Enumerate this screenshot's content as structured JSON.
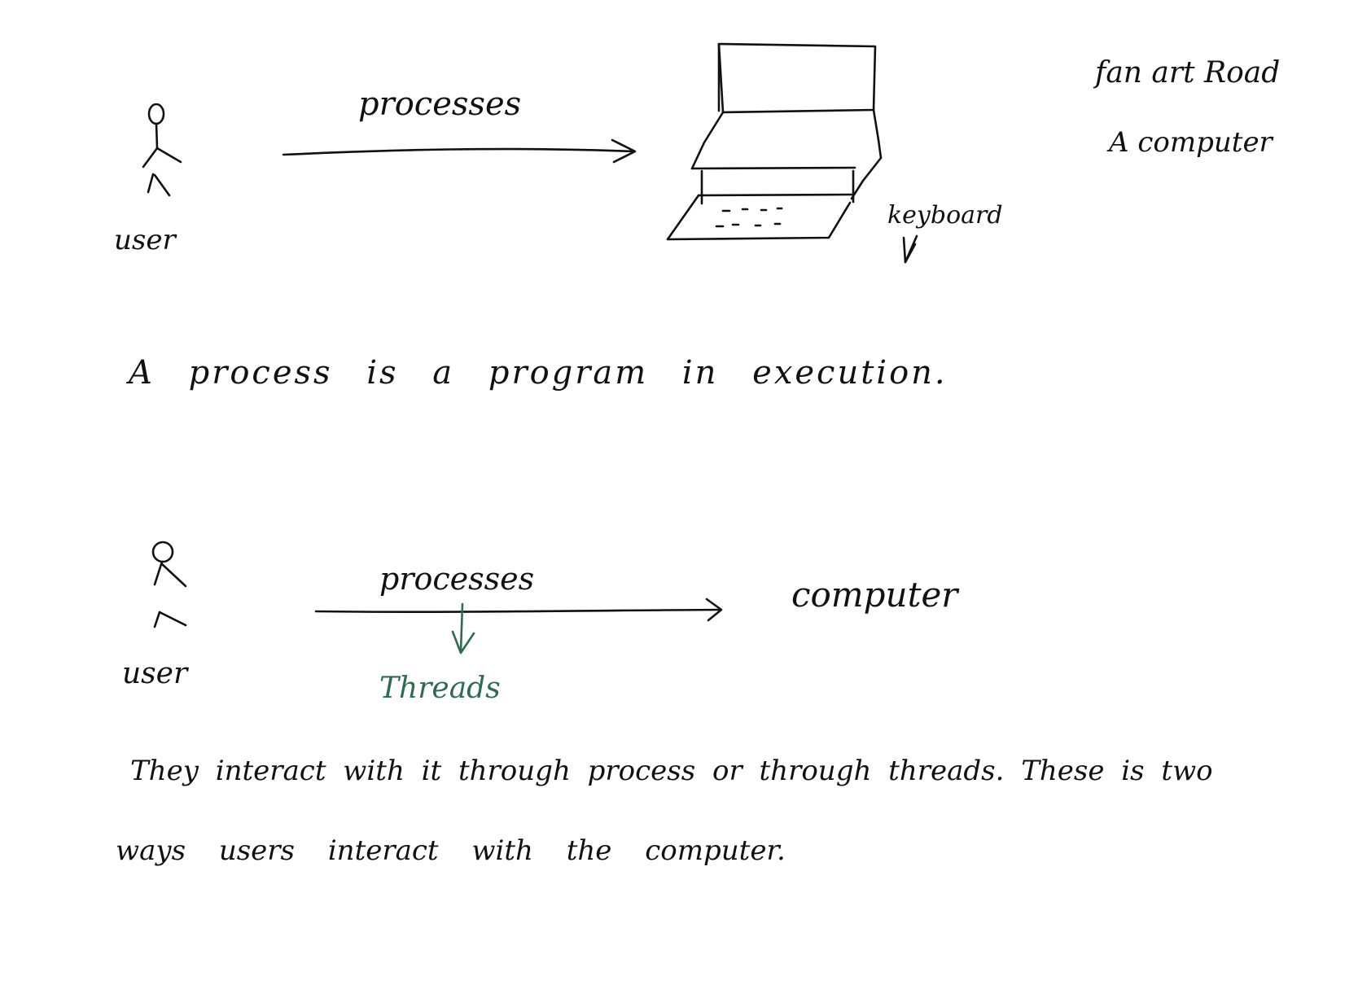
{
  "top": {
    "user_label": "user",
    "arrow_label": "processes",
    "keyboard_label": "keyboard",
    "note_line1": "fan art Road",
    "note_line2": "A computer"
  },
  "definition": "A process is a program in execution.",
  "bottom": {
    "user_label": "user",
    "arrow_label": "processes",
    "target_label": "computer",
    "branch_label": "Threads"
  },
  "explanation": {
    "line1": "They interact with it through process or through threads. These is two",
    "line2": "ways users interact with the computer."
  },
  "colors": {
    "ink": "#111111",
    "threads": "#2f6b50",
    "paper": "#ffffff"
  }
}
